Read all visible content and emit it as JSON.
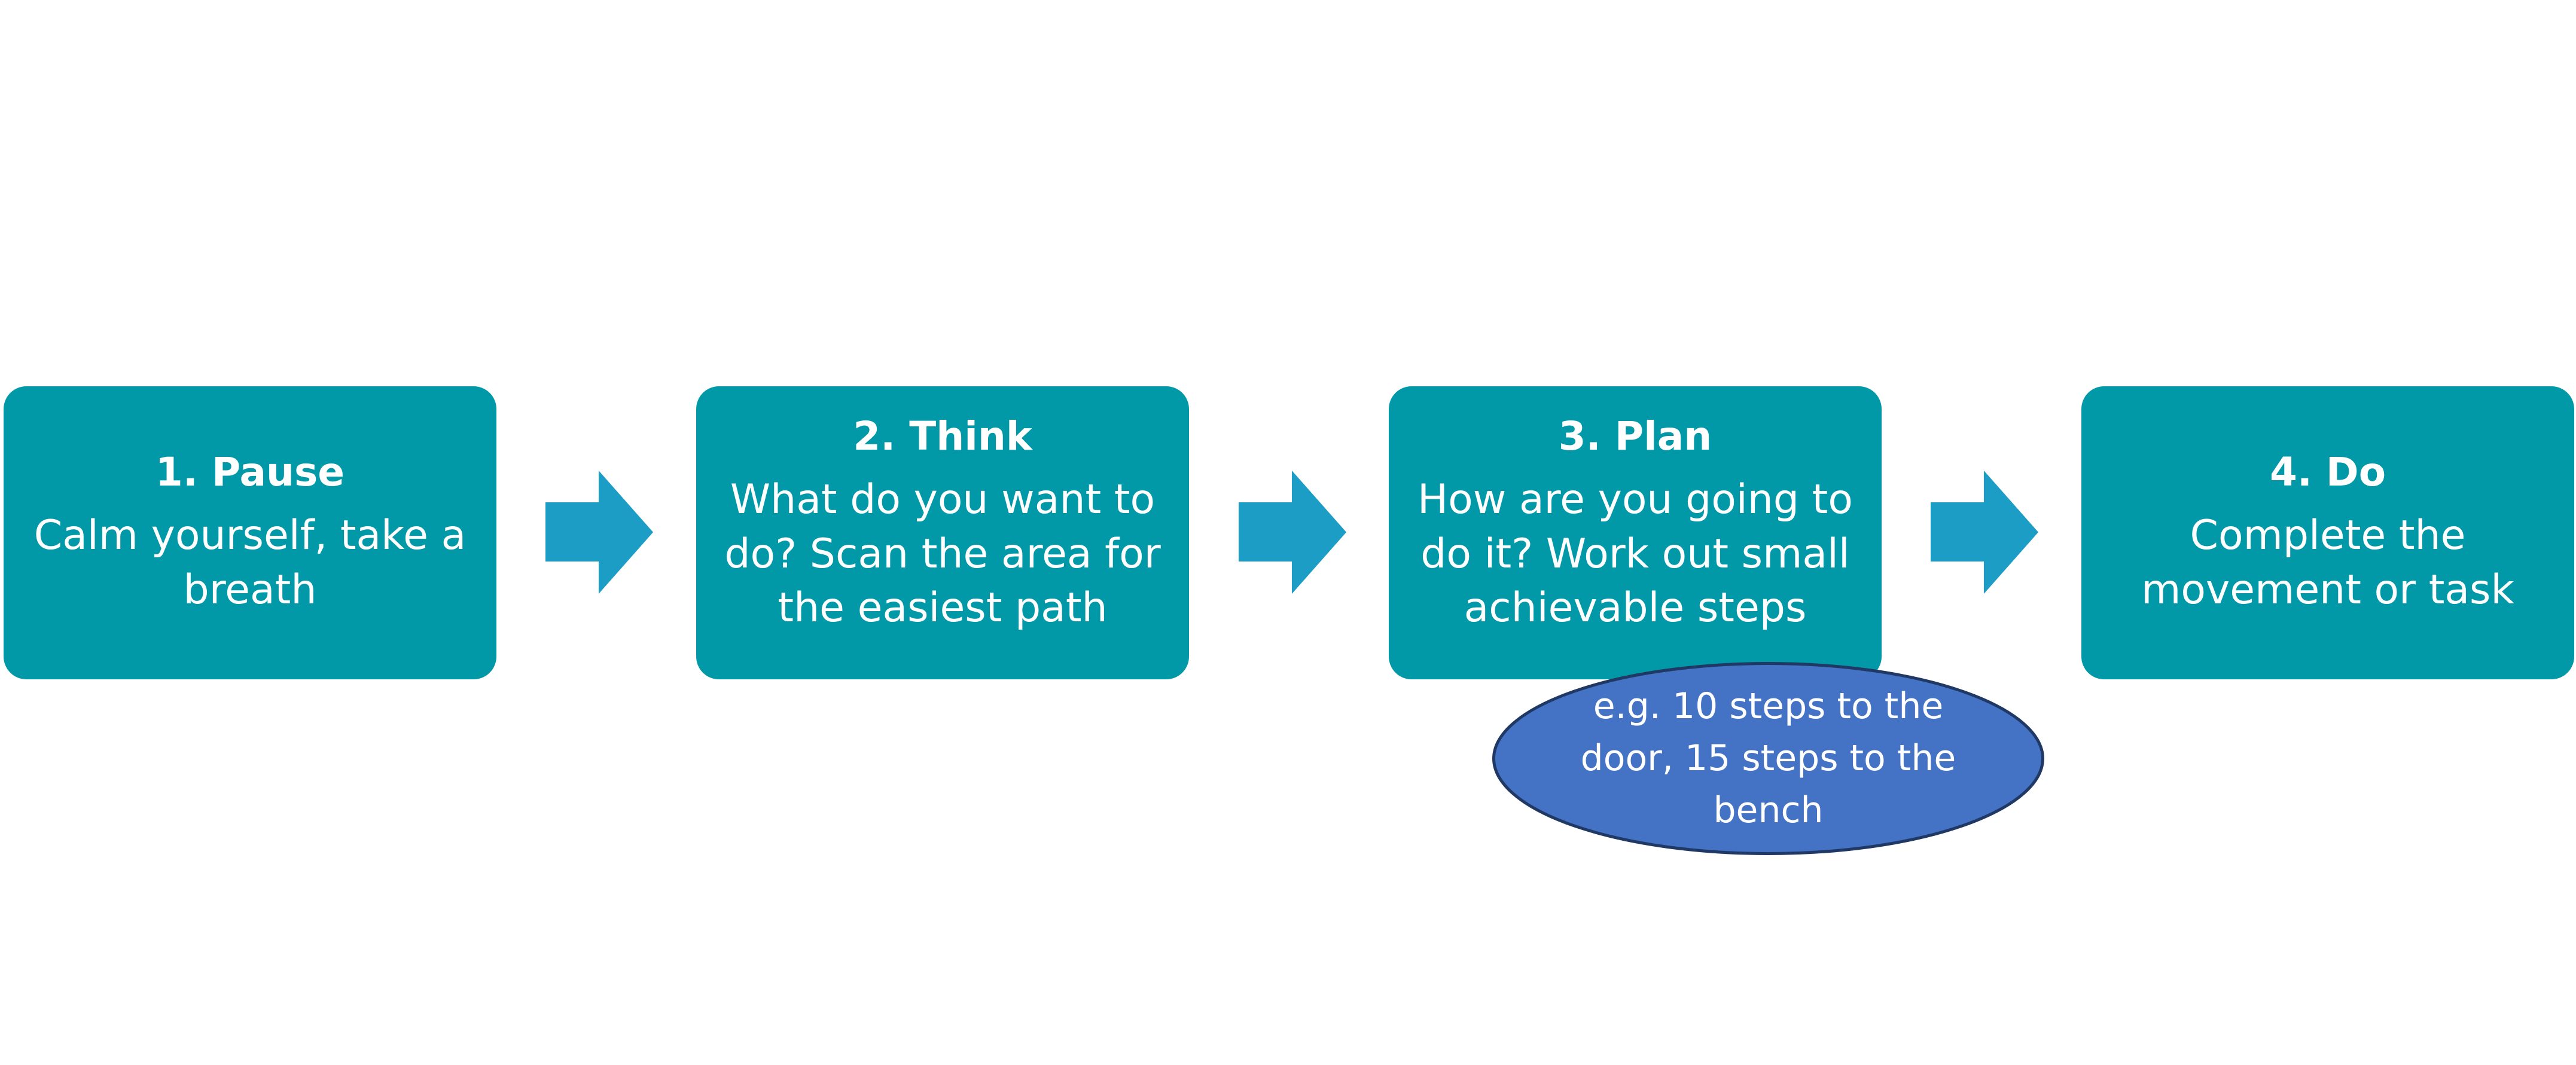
{
  "colors": {
    "step_box": "#0199a8",
    "arrow": "#1b9dc6",
    "note_fill": "#4472c4",
    "note_stroke": "#1f3864"
  },
  "steps": [
    {
      "title": "1. Pause",
      "body": "Calm yourself, take a breath"
    },
    {
      "title": "2. Think",
      "body": "What do you want to do? Scan the area for the easiest path"
    },
    {
      "title": "3. Plan",
      "body": "How are you going to do it? Work out small achievable steps"
    },
    {
      "title": "4. Do",
      "body": "Complete the movement or task"
    }
  ],
  "note": {
    "text": "e.g. 10 steps to the door, 15 steps to the bench"
  }
}
